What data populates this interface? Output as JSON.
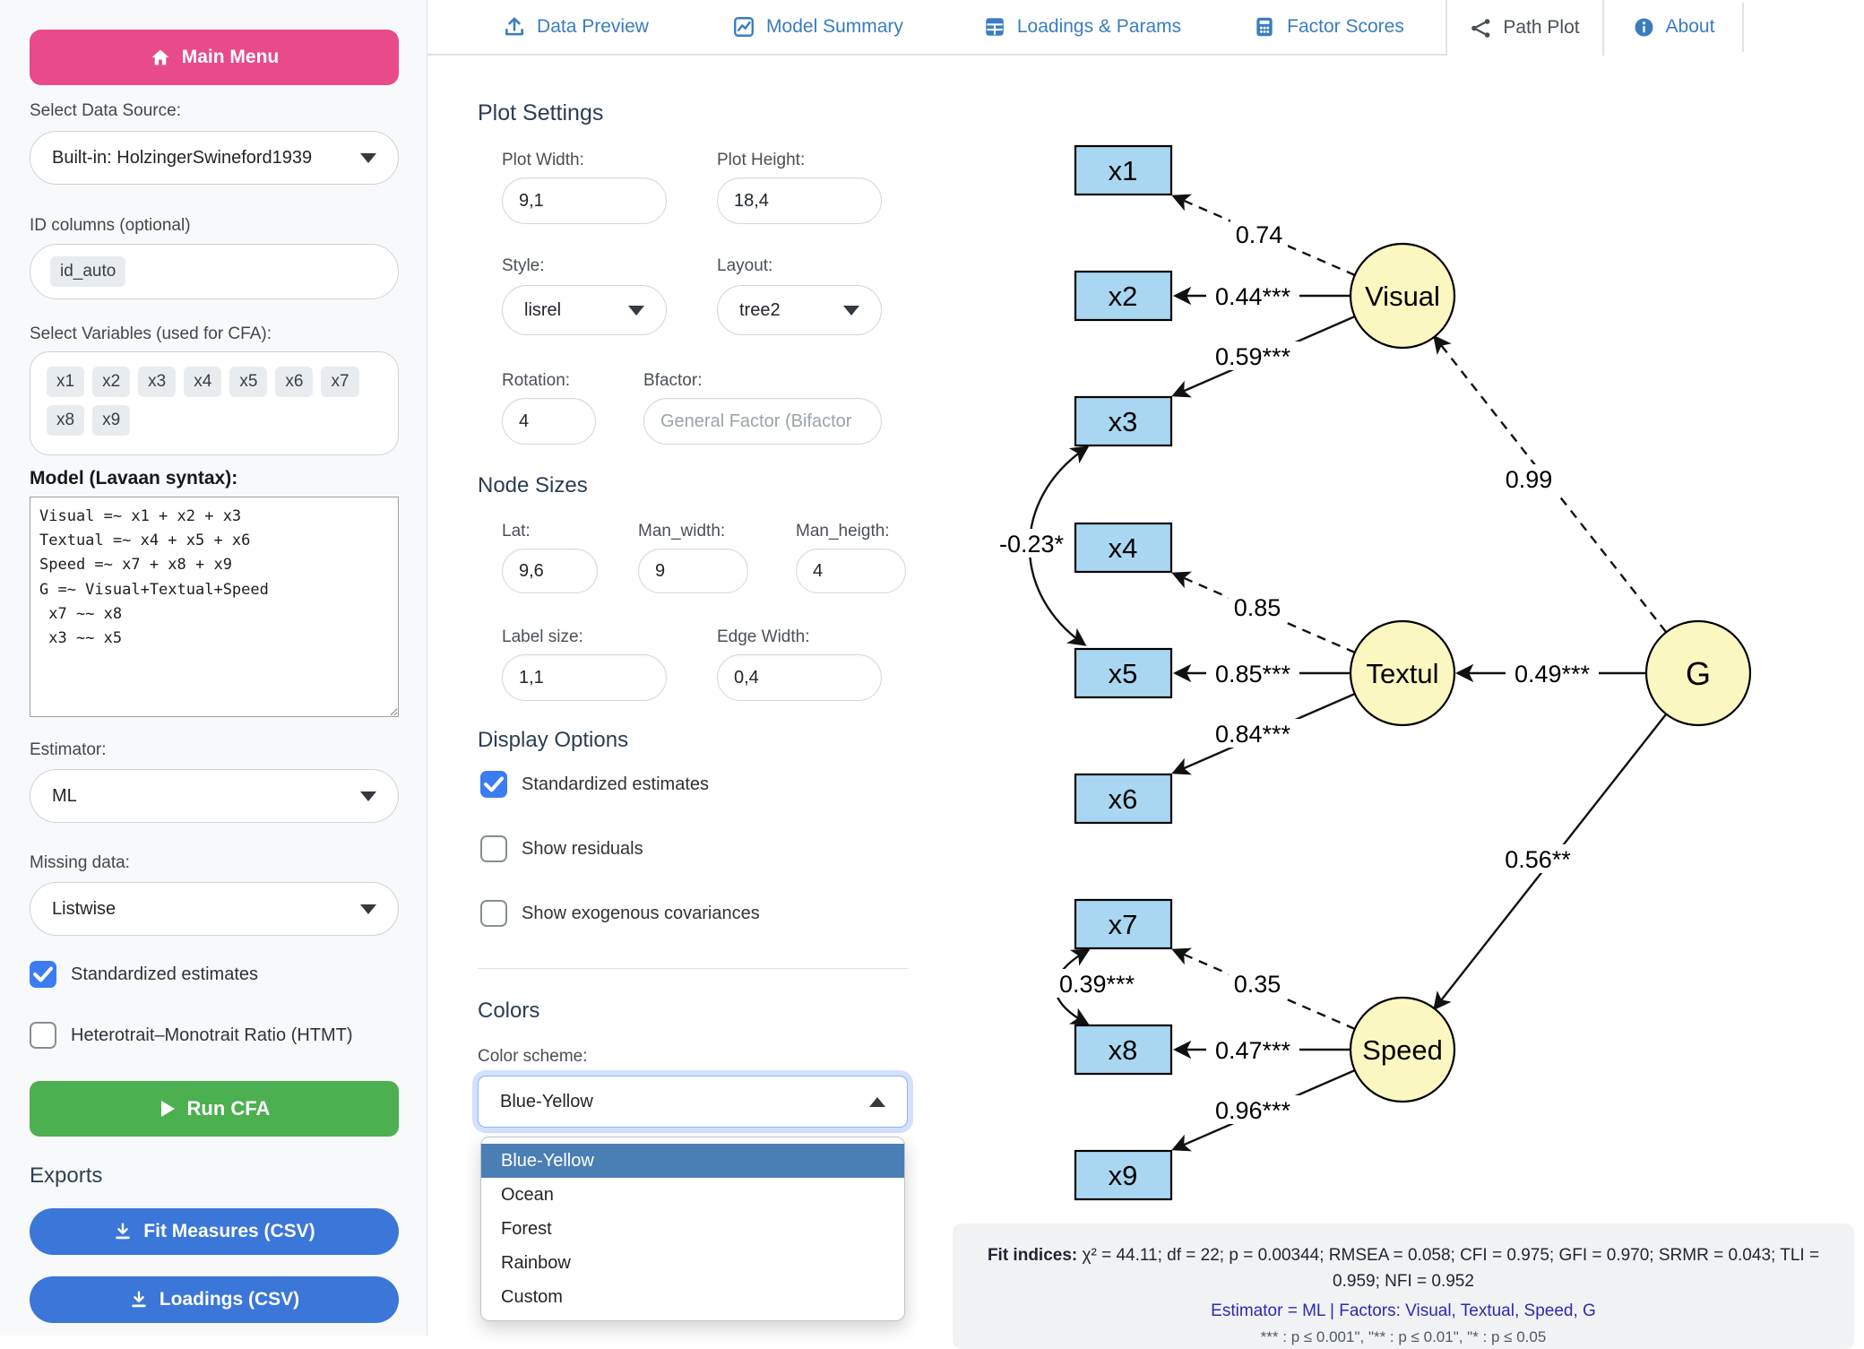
{
  "theme": {
    "pink": "#e84a8a",
    "green": "#4caf50",
    "export_blue": "#3b76d9",
    "tab_blue": "#3a7cbf",
    "checkbox_blue": "#3b7cf3",
    "manifest_fill": "#a9d7f2",
    "latent_fill": "#fbf7c0",
    "option_selected_bg": "#4a7fb5"
  },
  "sidebar": {
    "main_menu": "Main Menu",
    "data_source_label": "Select Data Source:",
    "data_source_value": "Built-in: HolzingerSwineford1939",
    "id_columns_label": "ID columns (optional)",
    "id_tag": "id_auto",
    "variables_label": "Select Variables (used for CFA):",
    "variables": [
      "x1",
      "x2",
      "x3",
      "x4",
      "x5",
      "x6",
      "x7",
      "x8",
      "x9"
    ],
    "model_label": "Model (Lavaan syntax):",
    "model_syntax": "Visual =~ x1 + x2 + x3\nTextual =~ x4 + x5 + x6\nSpeed =~ x7 + x8 + x9\nG =~ Visual+Textual+Speed\n x7 ~~ x8\n x3 ~~ x5",
    "estimator_label": "Estimator:",
    "estimator_value": "ML",
    "missing_label": "Missing data:",
    "missing_value": "Listwise",
    "standardized_label": "Standardized estimates",
    "htmt_label": "Heterotrait–Monotrait Ratio (HTMT)",
    "run_button": "Run CFA",
    "exports_heading": "Exports",
    "export_fit": "Fit Measures (CSV)",
    "export_loadings": "Loadings (CSV)"
  },
  "tabs": {
    "data_preview": "Data Preview",
    "model_summary": "Model Summary",
    "loadings_params": "Loadings & Params",
    "factor_scores": "Factor Scores",
    "path_plot": "Path Plot",
    "about": "About"
  },
  "plot_settings": {
    "heading": "Plot Settings",
    "plot_width_label": "Plot Width:",
    "plot_width_value": "9,1",
    "plot_height_label": "Plot Height:",
    "plot_height_value": "18,4",
    "style_label": "Style:",
    "style_value": "lisrel",
    "layout_label": "Layout:",
    "layout_value": "tree2",
    "rotation_label": "Rotation:",
    "rotation_value": "4",
    "bfactor_label": "Bfactor:",
    "bfactor_placeholder": "General Factor (Bifactor",
    "node_sizes_heading": "Node Sizes",
    "lat_label": "Lat:",
    "lat_value": "9,6",
    "man_width_label": "Man_width:",
    "man_width_value": "9",
    "man_height_label": "Man_heigth:",
    "man_height_value": "4",
    "label_size_label": "Label size:",
    "label_size_value": "1,1",
    "edge_width_label": "Edge Width:",
    "edge_width_value": "0,4"
  },
  "display_options": {
    "heading": "Display Options",
    "standardized": "Standardized estimates",
    "residuals": "Show residuals",
    "exogenous": "Show exogenous covariances"
  },
  "colors": {
    "heading": "Colors",
    "scheme_label": "Color scheme:",
    "selected": "Blue-Yellow",
    "options": [
      "Blue-Yellow",
      "Ocean",
      "Forest",
      "Rainbow",
      "Custom"
    ]
  },
  "path_plot": {
    "manifest": [
      "x1",
      "x2",
      "x3",
      "x4",
      "x5",
      "x6",
      "x7",
      "x8",
      "x9"
    ],
    "latent": [
      "Visual",
      "Textul",
      "Speed",
      "G"
    ],
    "edges": [
      {
        "from": "Visual",
        "to": "x1",
        "label": "0.74",
        "dashed": true
      },
      {
        "from": "Visual",
        "to": "x2",
        "label": "0.44***",
        "dashed": false
      },
      {
        "from": "Visual",
        "to": "x3",
        "label": "0.59***",
        "dashed": false
      },
      {
        "from": "G",
        "to": "Visual",
        "label": "0.99",
        "dashed": true
      },
      {
        "from": "Textul",
        "to": "x4",
        "label": "0.85",
        "dashed": true
      },
      {
        "from": "Textul",
        "to": "x5",
        "label": "0.85***",
        "dashed": false
      },
      {
        "from": "Textul",
        "to": "x6",
        "label": "0.84***",
        "dashed": false
      },
      {
        "from": "G",
        "to": "Textul",
        "label": "0.49***",
        "dashed": false
      },
      {
        "from": "G",
        "to": "Speed",
        "label": "0.56**",
        "dashed": false
      },
      {
        "from": "Speed",
        "to": "x7",
        "label": "0.35",
        "dashed": true
      },
      {
        "from": "Speed",
        "to": "x8",
        "label": "0.47***",
        "dashed": false
      },
      {
        "from": "Speed",
        "to": "x9",
        "label": "0.96***",
        "dashed": false
      },
      {
        "from": "x3",
        "to": "x5",
        "label": "-0.23*",
        "dashed": false,
        "covariance": true
      },
      {
        "from": "x7",
        "to": "x8",
        "label": "0.39***",
        "dashed": false,
        "covariance": true
      }
    ]
  },
  "fit_bar": {
    "prefix": "Fit indices:",
    "line1": " χ² = 44.11; df = 22; p = 0.00344; RMSEA = 0.058; CFI = 0.975; GFI = 0.970; SRMR = 0.043; TLI = 0.959; NFI = 0.952",
    "line2": "Estimator = ML | Factors: Visual, Textual, Speed, G",
    "line3": "*** : p ≤ 0.001\", \"** : p ≤ 0.01\", \"* : p ≤ 0.05"
  }
}
